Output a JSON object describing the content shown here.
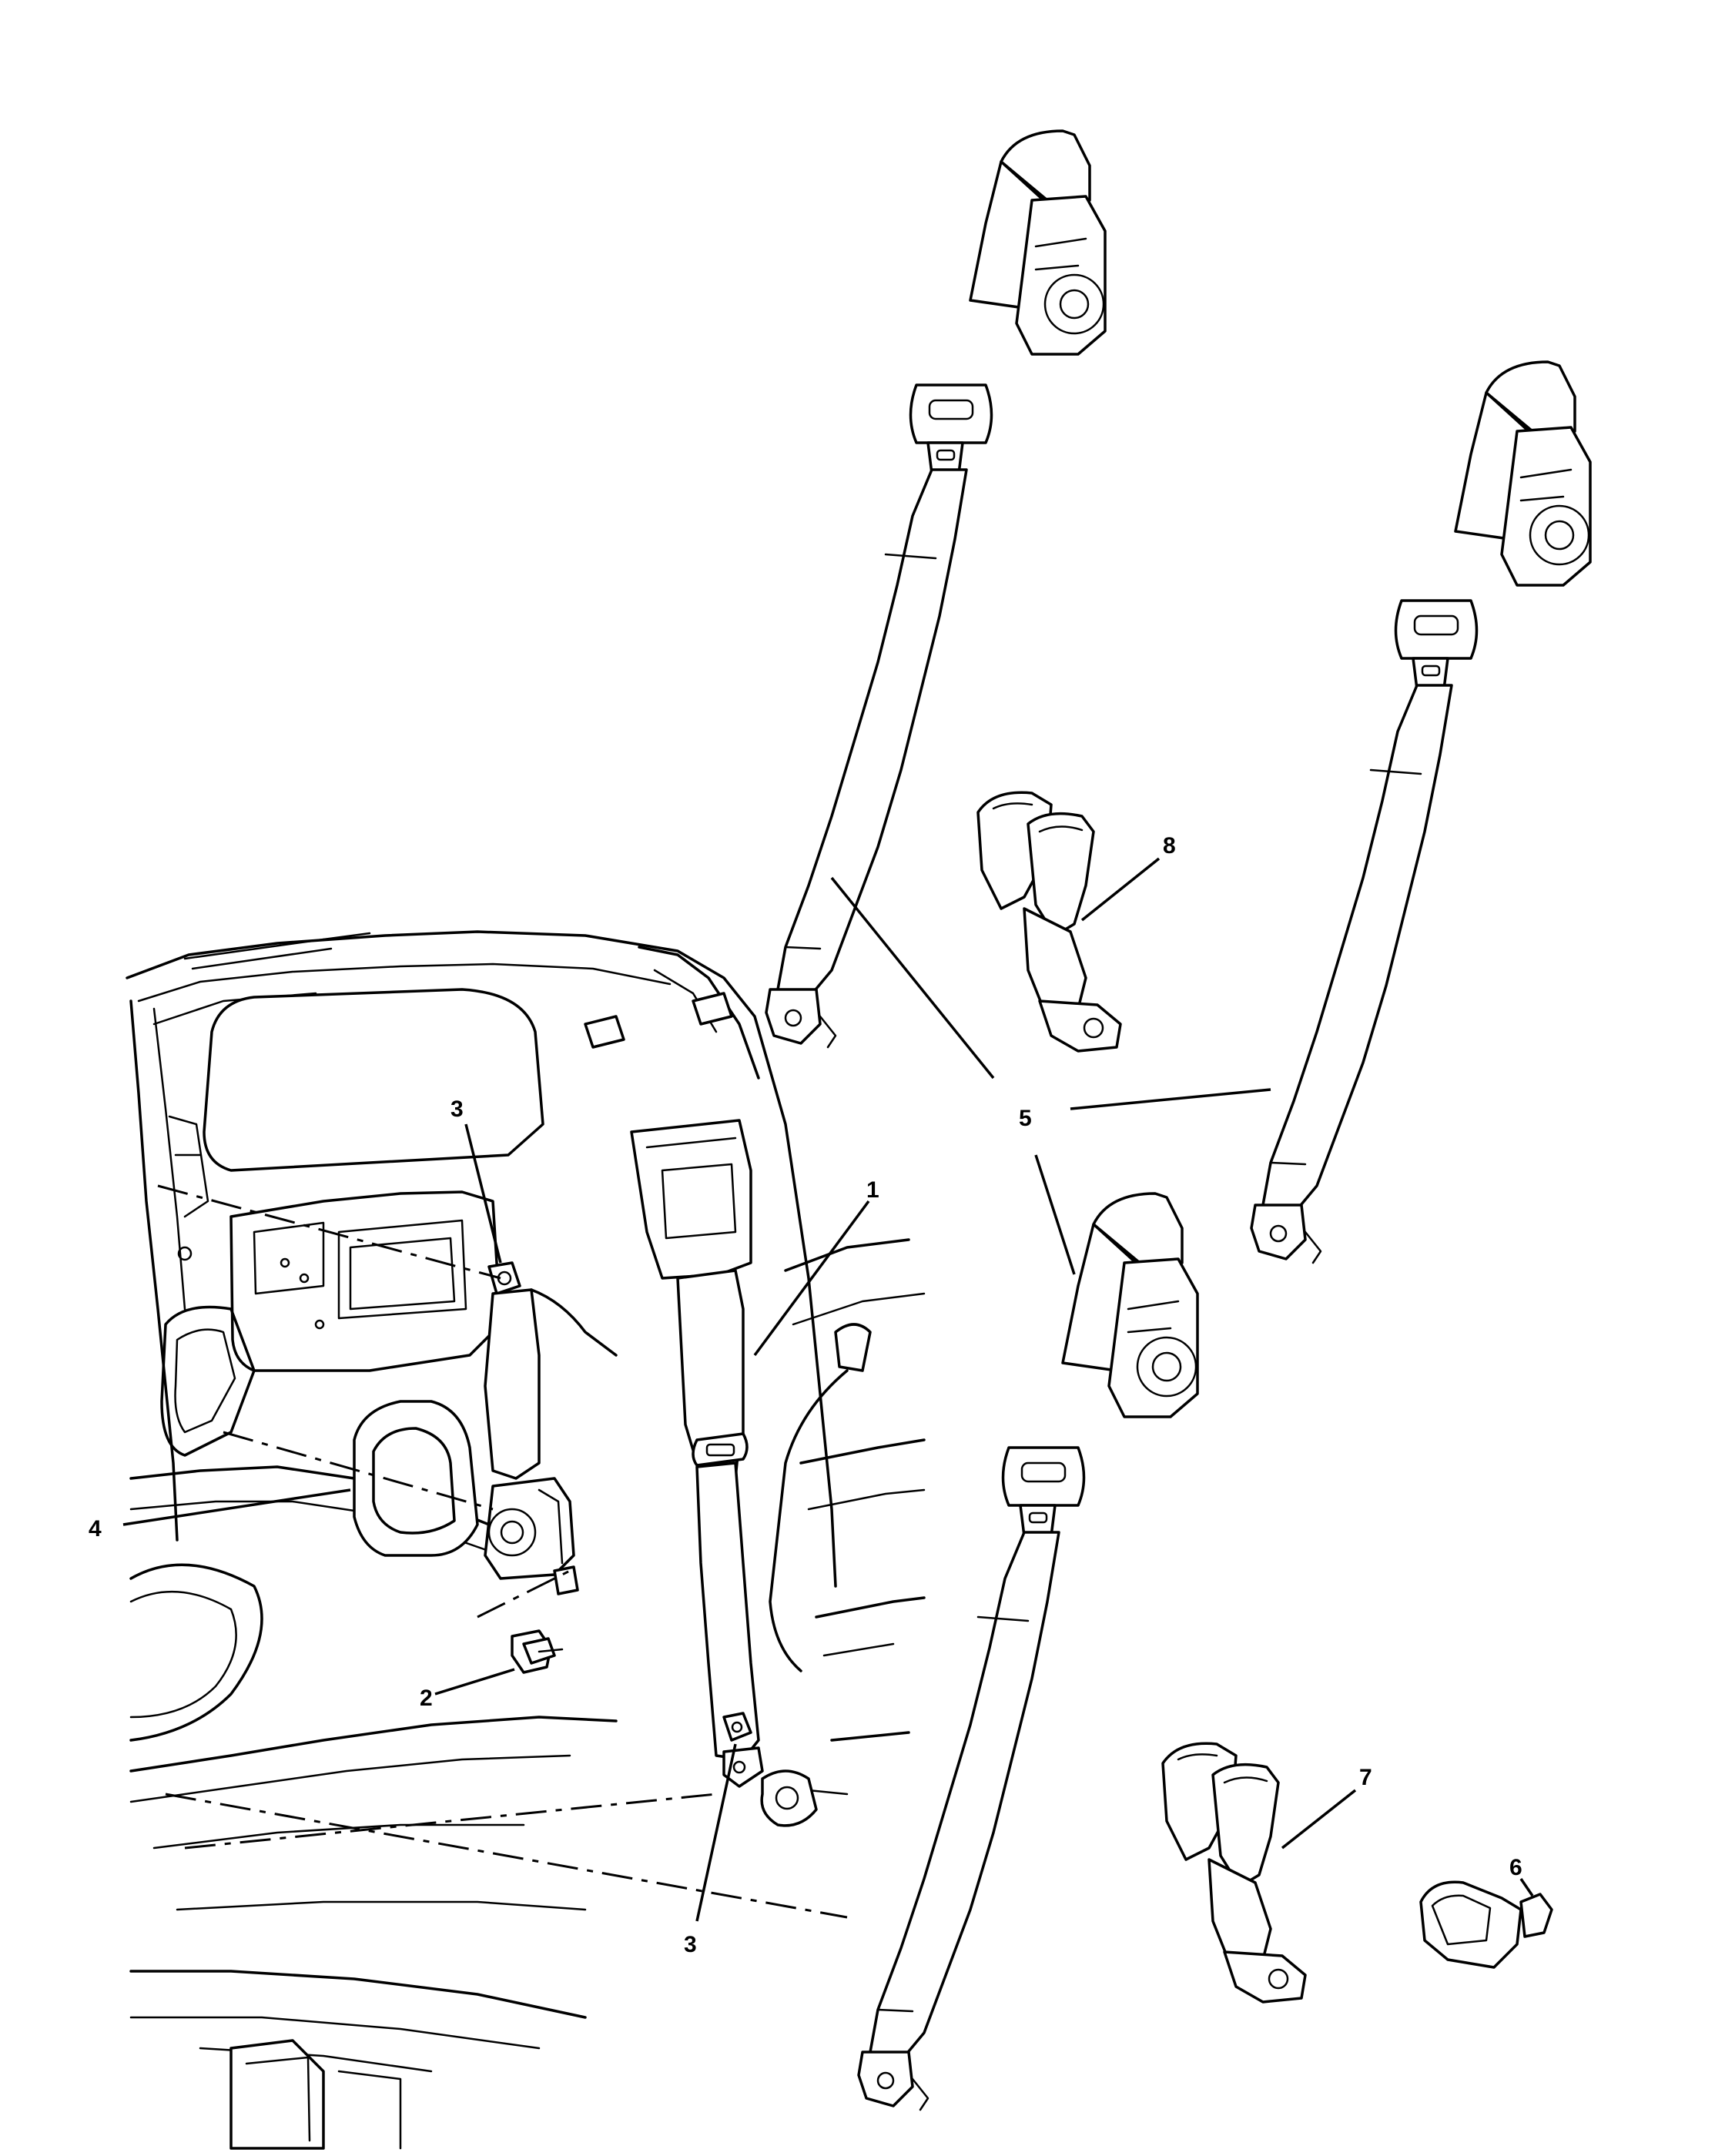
{
  "diagram": {
    "callouts": {
      "c1": "1",
      "c2": "2",
      "c3a": "3",
      "c3b": "3",
      "c4": "4",
      "c5": "5",
      "c6": "6",
      "c7": "7",
      "c8": "8"
    },
    "parts": [
      {
        "id": "1",
        "name": "seat-belt-front-outboard"
      },
      {
        "id": "2",
        "name": "bolt"
      },
      {
        "id": "3",
        "name": "nut"
      },
      {
        "id": "4",
        "name": "retractor-trim-cover"
      },
      {
        "id": "5",
        "name": "seat-belt-rear-shoulder"
      },
      {
        "id": "6",
        "name": "buckle-cover"
      },
      {
        "id": "7",
        "name": "buckle-double"
      },
      {
        "id": "8",
        "name": "buckle-double"
      }
    ],
    "colors": {
      "line": "#000000",
      "background": "#ffffff"
    }
  }
}
